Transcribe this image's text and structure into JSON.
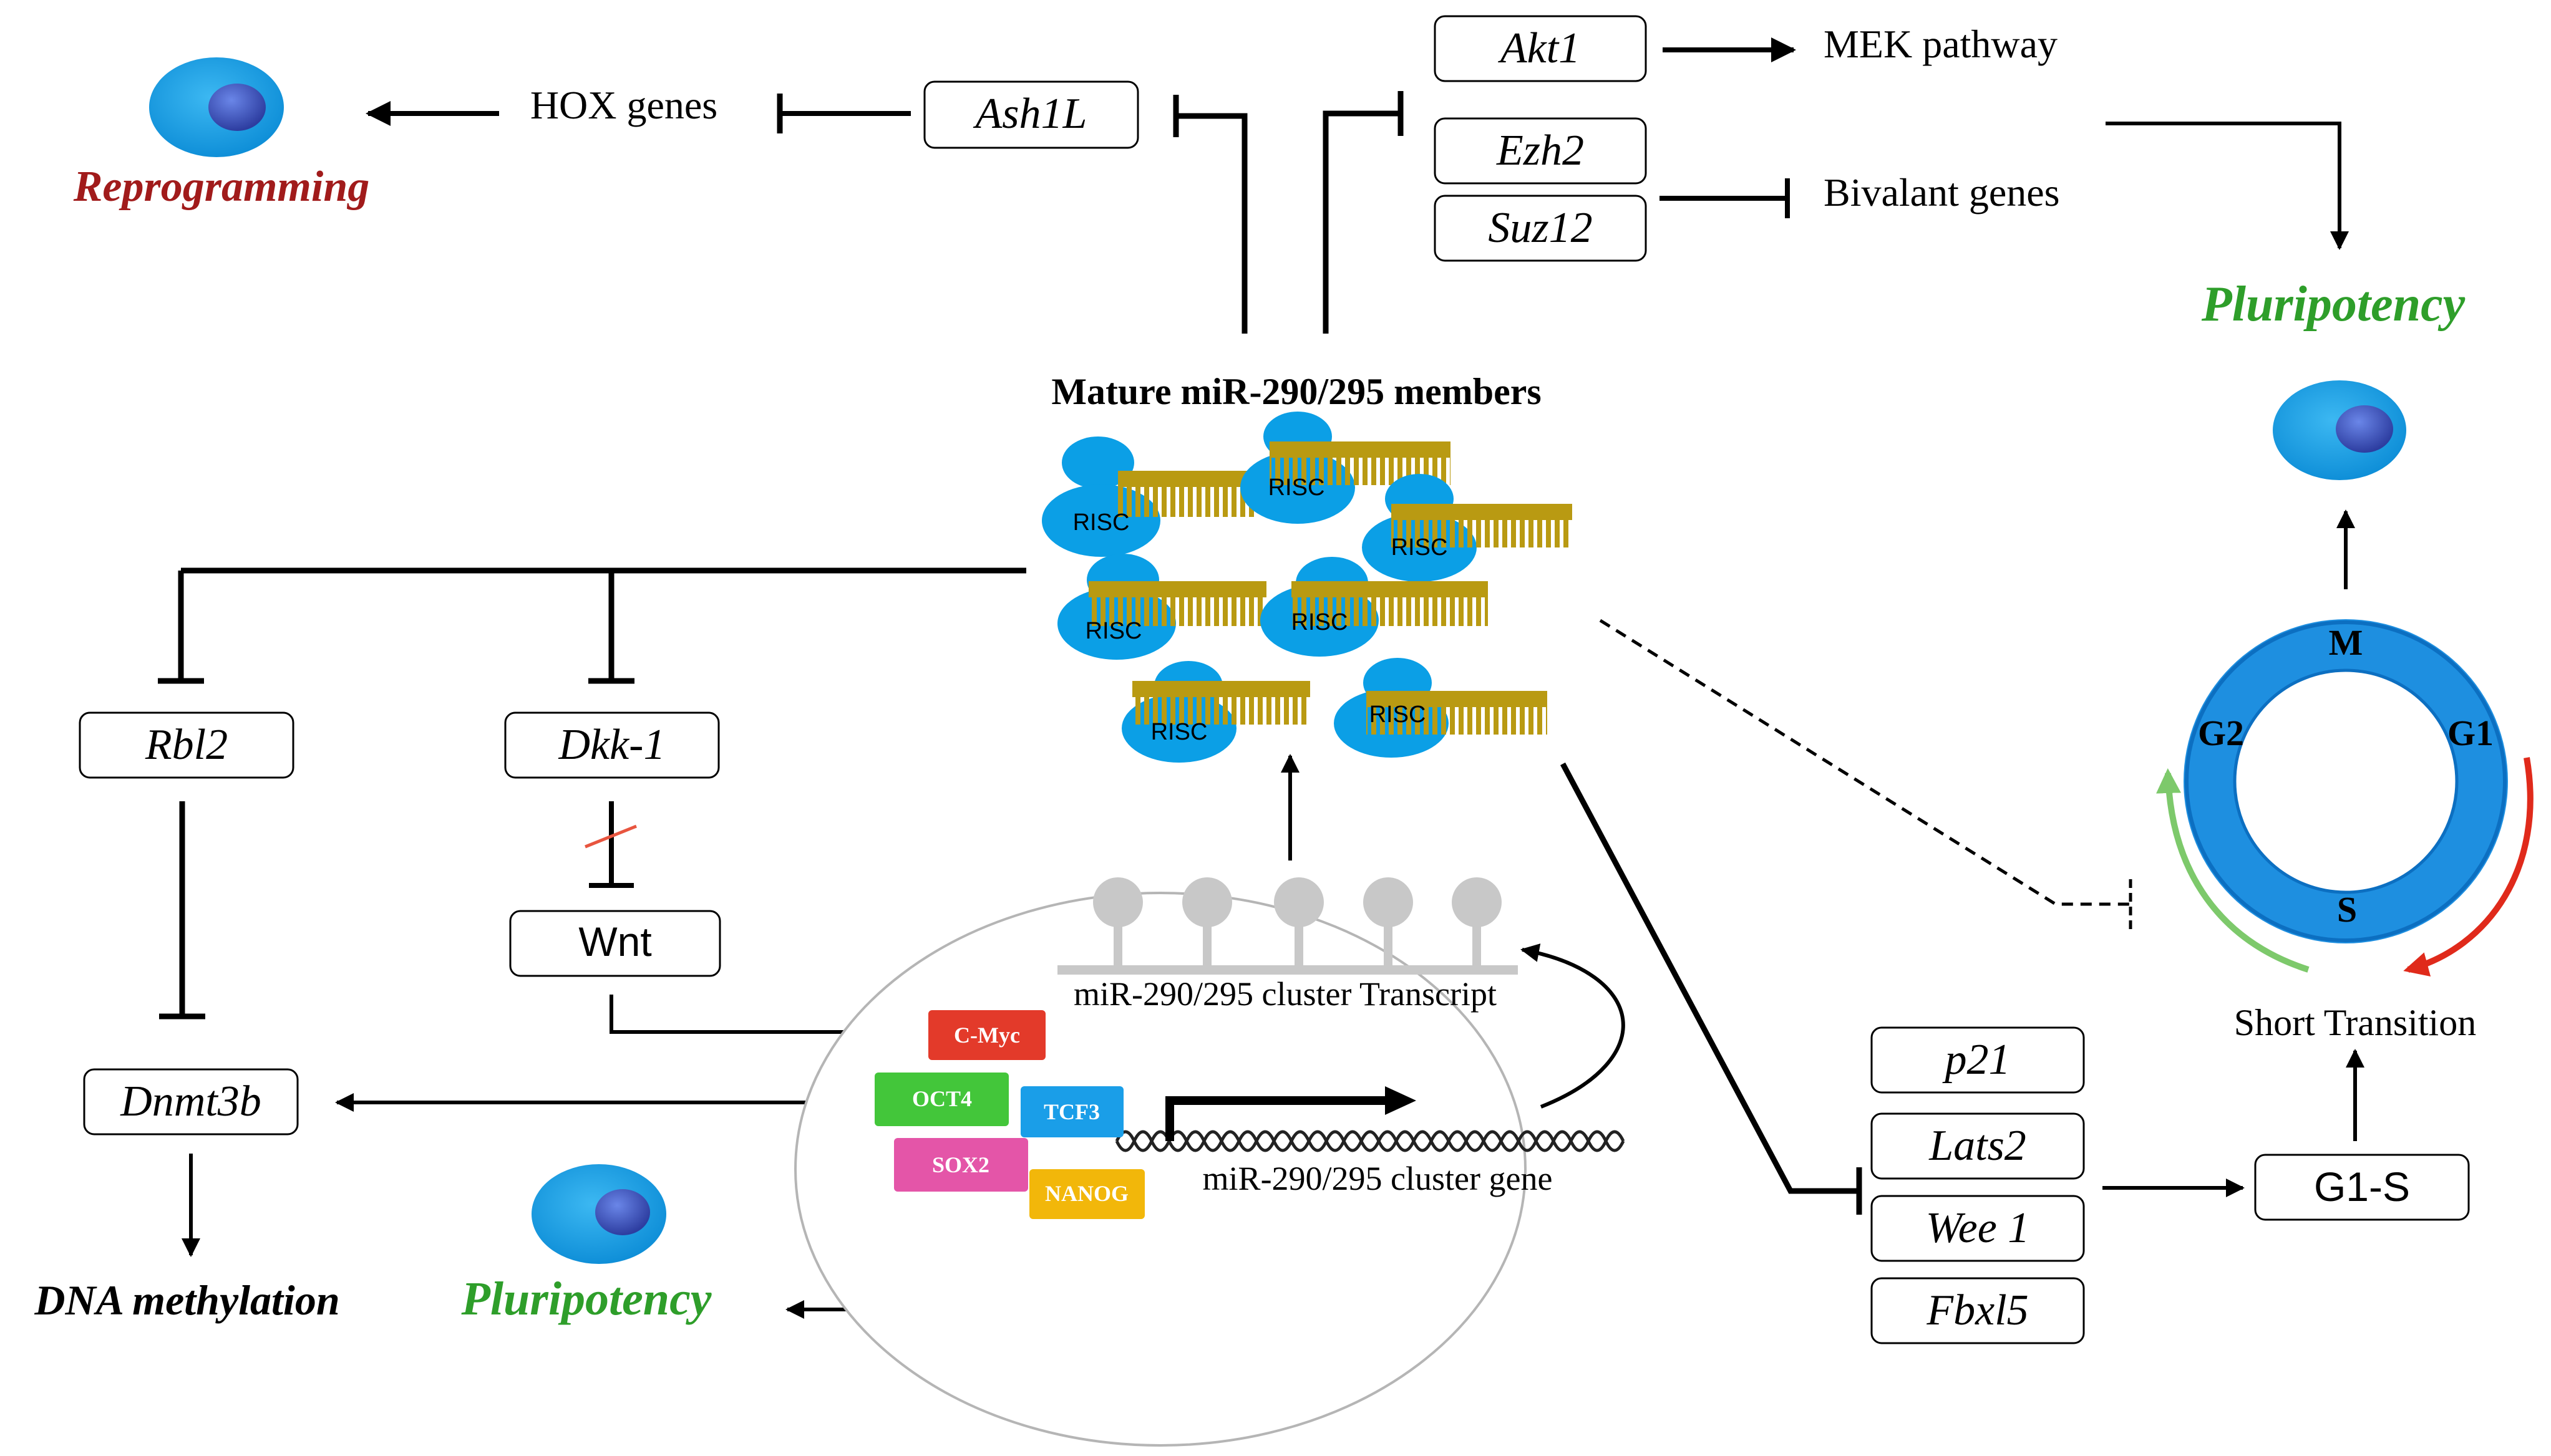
{
  "colors": {
    "stroke": "#000000",
    "cell_blue": "#1aa3e8",
    "nucleus": "#3a4db0",
    "risc_blue": "#0b9fe6",
    "mirna_gold": "#b99a12",
    "hairpin_gray": "#c8c8c8",
    "reprogramming_red": "#a11b1b",
    "pluripotency_green": "#2e9e2a",
    "cycle_outer": "#1e8fe0",
    "cycle_inner": "#0c6fc1",
    "arrow_green": "#7dc96b",
    "arrow_red": "#e02a1b",
    "cmyc": "#e33a2a",
    "oct4": "#43c63a",
    "sox2": "#e455a8",
    "tcf3": "#1a9ee8",
    "nanog": "#f2b70a"
  },
  "top": {
    "reprogramming": "Reprogramming",
    "hox_genes": "HOX genes",
    "ash1l": "Ash1L",
    "akt1": "Akt1",
    "mek_pathway": "MEK pathway",
    "ezh2": "Ezh2",
    "suz12": "Suz12",
    "bivalent_genes": "Bivalant genes",
    "pluripotency": "Pluripotency"
  },
  "center": {
    "title": "Mature miR-290/295  members",
    "risc_label": "RISC",
    "transcript": "miR-290/295  cluster Transcript",
    "gene": "miR-290/295  cluster gene"
  },
  "factors": {
    "cmyc": "C-Myc",
    "oct4": "OCT4",
    "tcf3": "TCF3",
    "sox2": "SOX2",
    "nanog": "NANOG"
  },
  "left": {
    "rbl2": "Rbl2",
    "dkk1": "Dkk-1",
    "wnt": "Wnt",
    "dnmt3b": "Dnmt3b",
    "dna_methylation": "DNA methylation",
    "pluripotency": "Pluripotency"
  },
  "right": {
    "p21": "p21",
    "lats2": "Lats2",
    "wee1": "Wee 1",
    "fbxl5": "Fbxl5",
    "g1s": "G1-S",
    "short_transition": "Short Transition",
    "phase_m": "M",
    "phase_g1": "G1",
    "phase_g2": "G2",
    "phase_s": "S"
  }
}
